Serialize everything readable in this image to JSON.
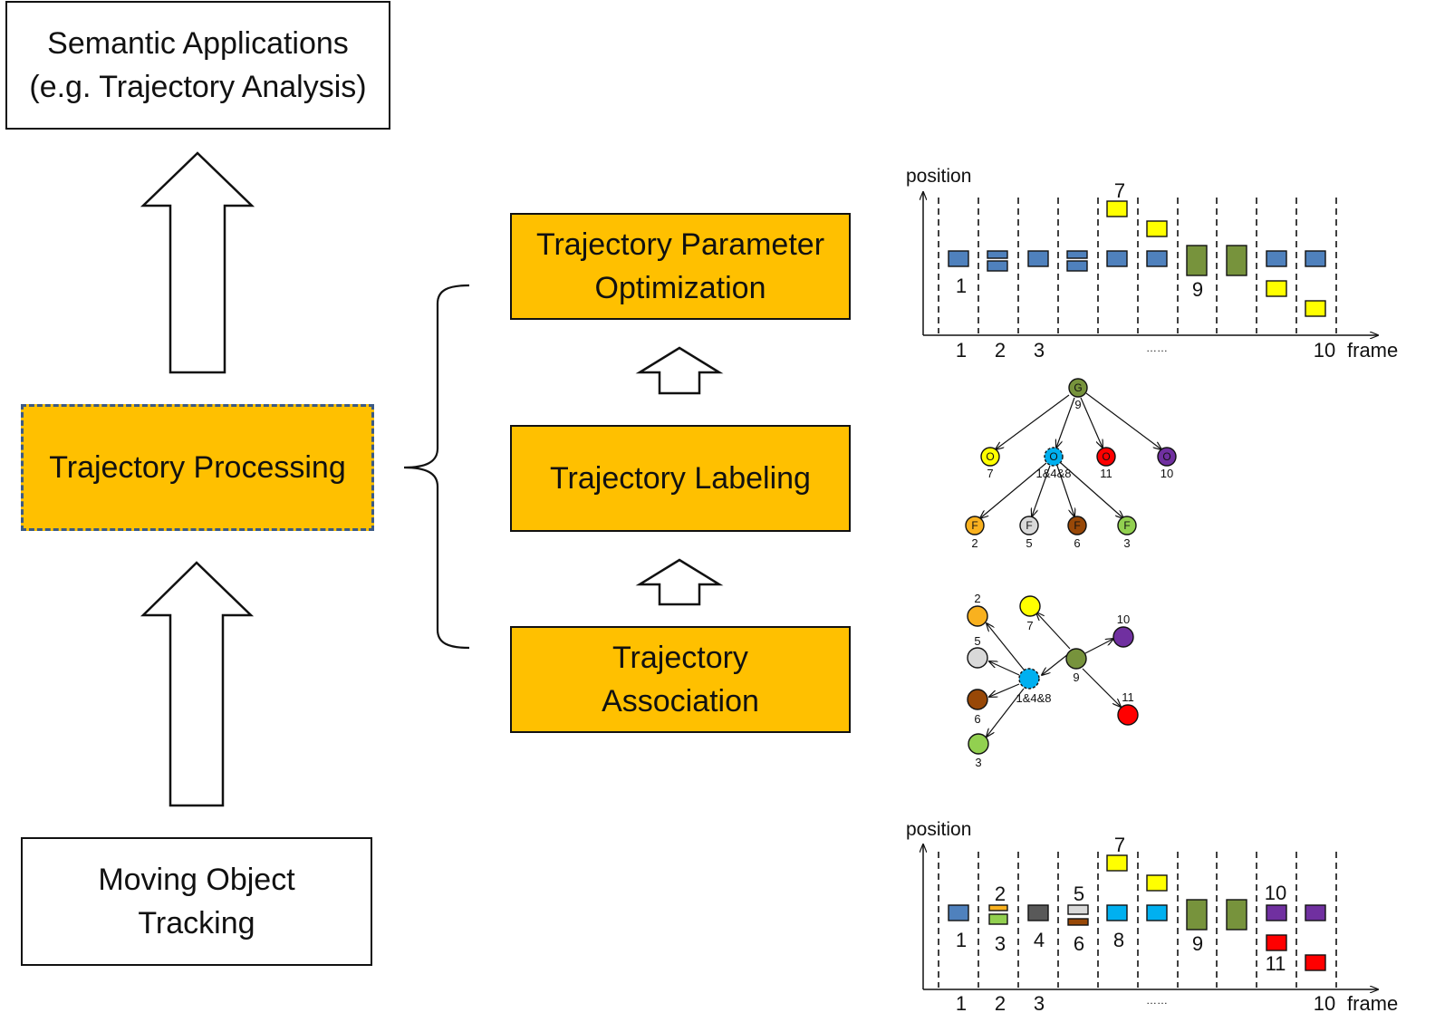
{
  "left_column": {
    "top_box": "Semantic Applications\n(e.g. Trajectory Analysis)",
    "middle_box": "Trajectory Processing",
    "bottom_box": "Moving Object\nTracking"
  },
  "middle_column": {
    "optimization_box": "Trajectory Parameter\nOptimization",
    "labeling_box": "Trajectory Labeling",
    "association_box": "Trajectory\nAssociation"
  },
  "colors": {
    "gold": "#FFC000",
    "blue": "#4F81BD",
    "yellow": "#FFFF00",
    "green": "#77933C",
    "orange": "#F9B11F",
    "light_green": "#92D050",
    "gray": "#595959",
    "light_gray": "#D9D9D9",
    "brown": "#984807",
    "cyan": "#00B0F0",
    "purple": "#7030A0",
    "red": "#FF0000"
  },
  "top_chart": {
    "y_label": "position",
    "x_label": "frame",
    "x_ticks": [
      "1",
      "2",
      "3",
      "……",
      "10"
    ],
    "box_labels": [
      "1",
      "7",
      "9"
    ]
  },
  "bottom_chart": {
    "y_label": "position",
    "x_label": "frame",
    "x_ticks": [
      "1",
      "2",
      "3",
      "……",
      "10"
    ],
    "box_labels": [
      "1",
      "2",
      "3",
      "4",
      "5",
      "6",
      "7",
      "8",
      "9",
      "10",
      "11"
    ]
  },
  "labeling_graph": {
    "nodes": [
      {
        "letter": "G",
        "id": "9"
      },
      {
        "letter": "O",
        "id": "7"
      },
      {
        "letter": "O",
        "id": "1&4&8"
      },
      {
        "letter": "O",
        "id": "11"
      },
      {
        "letter": "O",
        "id": "10"
      },
      {
        "letter": "F",
        "id": "2"
      },
      {
        "letter": "F",
        "id": "5"
      },
      {
        "letter": "F",
        "id": "6"
      },
      {
        "letter": "F",
        "id": "3"
      }
    ]
  },
  "association_graph": {
    "nodes": [
      "2",
      "7",
      "10",
      "5",
      "9",
      "1&4&8",
      "6",
      "11",
      "3"
    ]
  }
}
